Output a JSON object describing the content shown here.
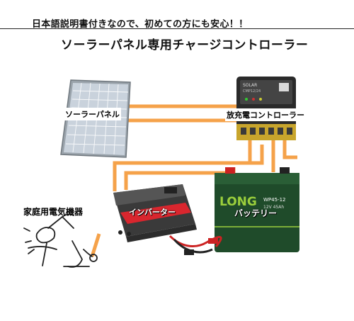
{
  "header": {
    "subtitle": "日本語説明書付きなので、初めての方にも安心！！",
    "title": "ソーラーパネル専用チャージコントローラー"
  },
  "labels": {
    "solar_panel": "ソーラーパネル",
    "controller": "放充電コントローラー",
    "home_appliances": "家庭用電気機器",
    "inverter": "インバーター",
    "battery": "バッテリー"
  },
  "device_text": {
    "controller_brand": "SOLAR",
    "controller_model": "CMP12/24",
    "battery_brand": "LONG",
    "battery_model": "WP45-12",
    "battery_spec": "12V 45Ah"
  },
  "colors": {
    "wire": "#F5A24A",
    "panel_cell": "#c9d2dc",
    "panel_frame": "#8d959c",
    "battery_body": "#1f4b2a",
    "battery_accent": "#9bcf3c",
    "inverter_body": "#3a3a3a",
    "inverter_accent": "#d9262e"
  }
}
